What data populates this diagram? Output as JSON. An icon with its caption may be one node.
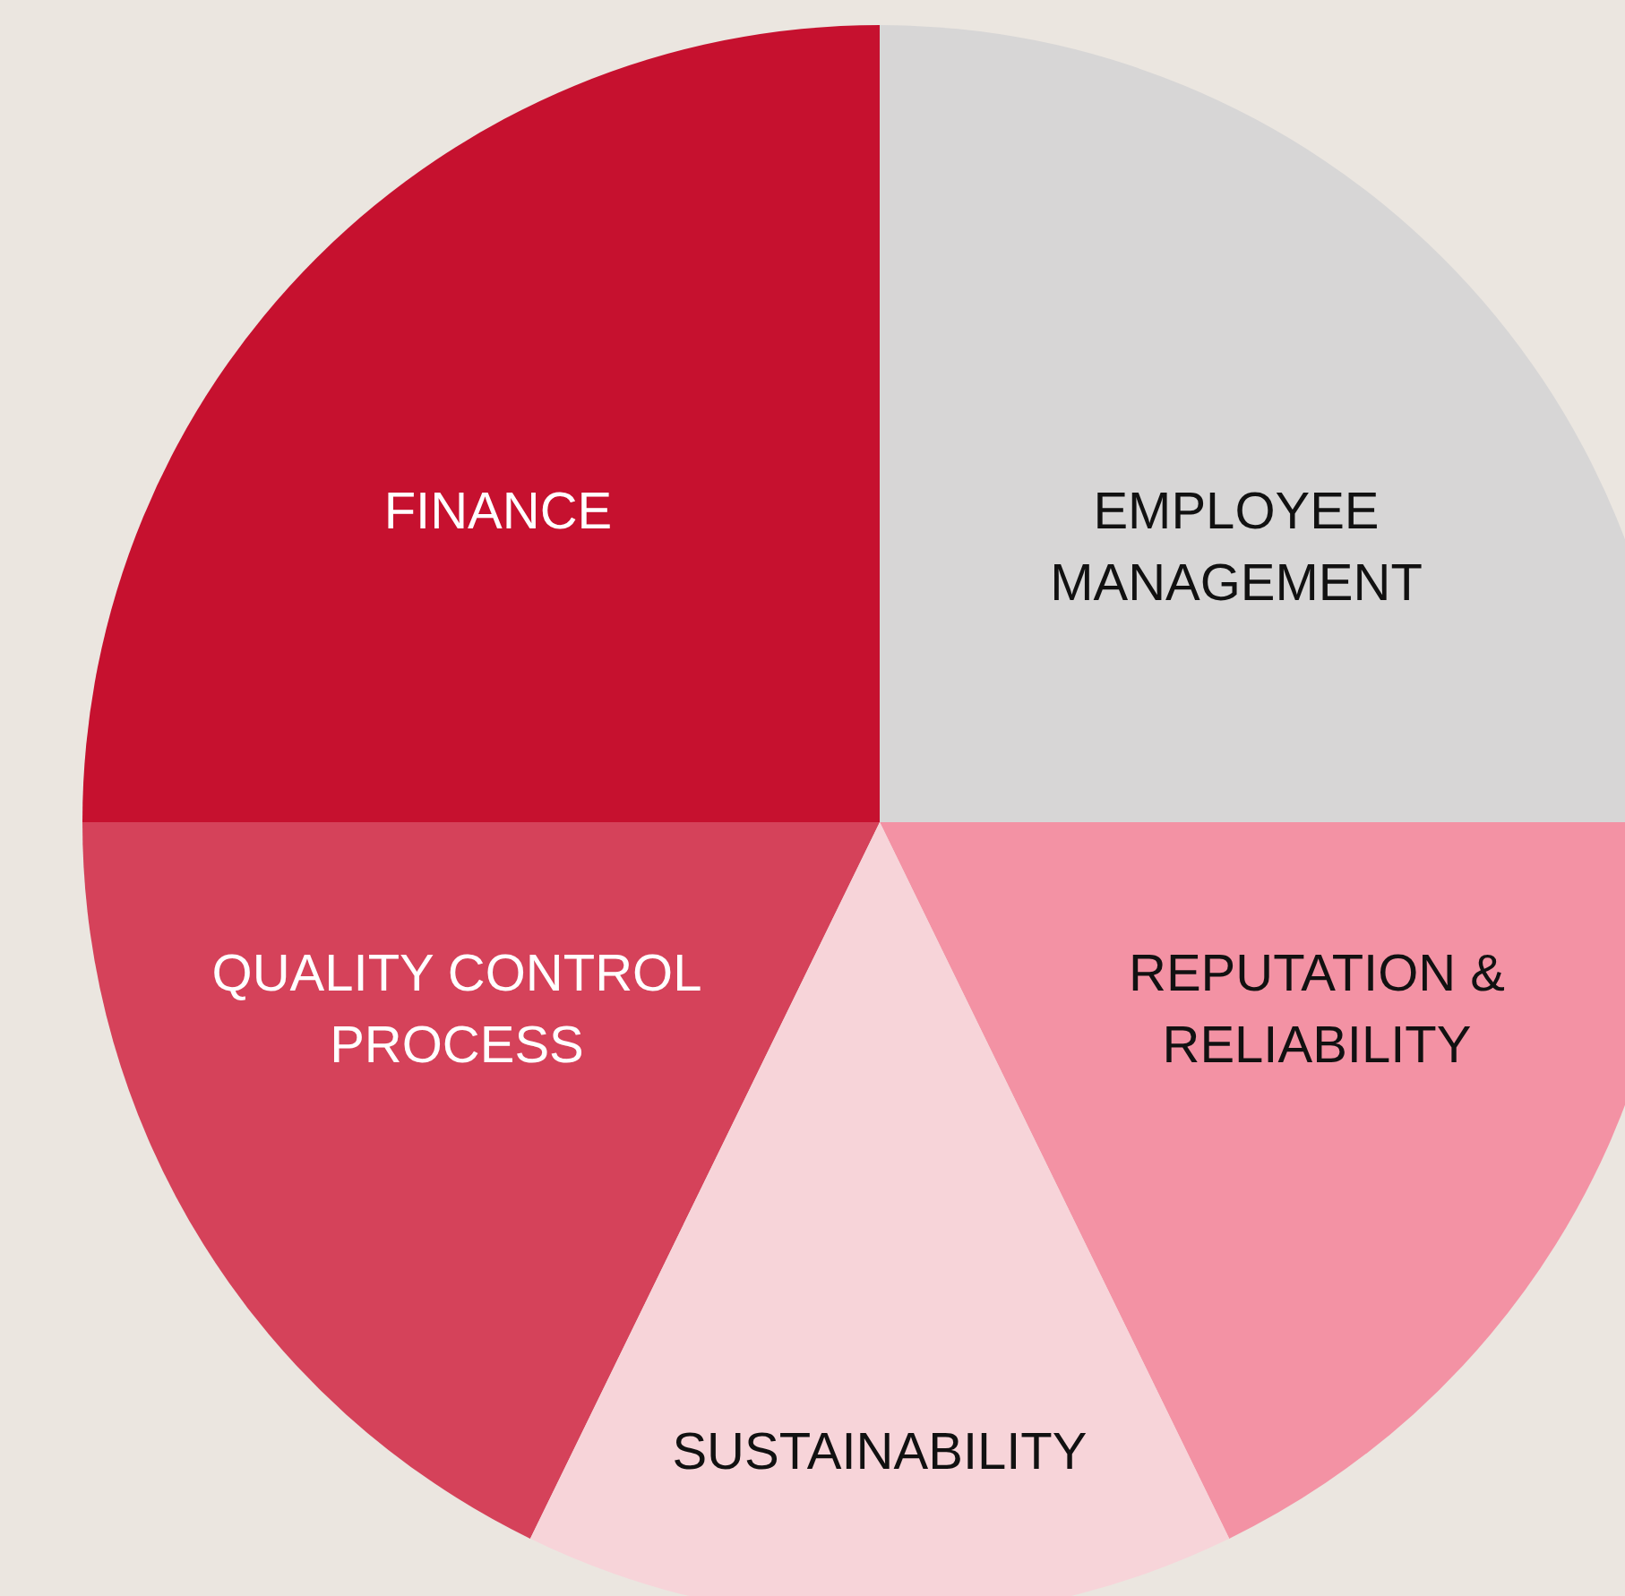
{
  "diagram": {
    "nodes": [
      {
        "text": [
          "FINANCE"
        ]
      },
      {
        "text": [
          "EMPLOYEE MANAGEMENT"
        ]
      },
      {
        "text": [
          "QUALITY CONTROL PROCESS"
        ]
      },
      {
        "text": [
          "REPUTATION & RELIABILITY"
        ]
      },
      {
        "text": [
          "SUSTAINABILITY"
        ]
      }
    ],
    "edges": []
  }
}
